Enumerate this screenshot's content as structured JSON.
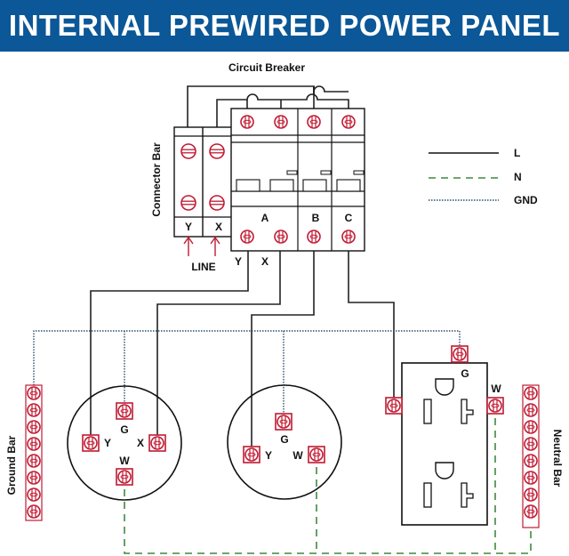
{
  "title": "INTERNAL PREWIRED POWER PANEL",
  "colors": {
    "banner": "#0b5797",
    "terminal": "#c01a32",
    "line_wire": "#111111",
    "neutral_wire": "#3d8a3d",
    "ground_wire": "#2a4f6e"
  },
  "labels": {
    "circuit_breaker": "Circuit Breaker",
    "connector_bar": "Connector Bar",
    "ground_bar": "Ground Bar",
    "neutral_bar": "Neutral Bar",
    "line": "LINE",
    "connector_y": "Y",
    "connector_x": "X",
    "breaker_a": "A",
    "breaker_b": "B",
    "breaker_c": "C",
    "out_y": "Y",
    "out_x": "X"
  },
  "legend": [
    {
      "key": "L",
      "style": "solid",
      "meaning_icon": "line-wire"
    },
    {
      "key": "N",
      "style": "dashed",
      "meaning_icon": "neutral-wire"
    },
    {
      "key": "GND",
      "style": "dotted",
      "meaning_icon": "ground-wire"
    }
  ],
  "receptacle1": {
    "g": "G",
    "y": "Y",
    "x": "X",
    "w": "W"
  },
  "receptacle2": {
    "g": "G",
    "y": "Y",
    "w": "W"
  },
  "duplex": {
    "g": "G",
    "w": "W"
  },
  "ground_bar_terminals": 8,
  "neutral_bar_terminals": 8
}
